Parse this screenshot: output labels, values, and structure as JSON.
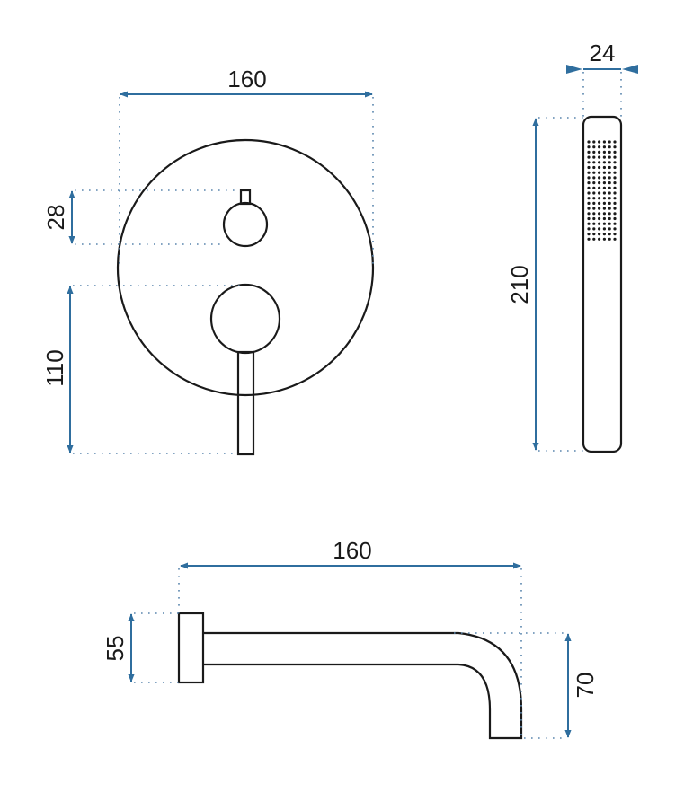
{
  "colors": {
    "outline": "#1a1a1a",
    "dimension": "#2f6e9e"
  },
  "dimensions": {
    "mixer_width": "160",
    "small_knob_height": "28",
    "lever_height": "110",
    "handshower_width": "24",
    "handshower_length": "210",
    "spout_length": "160",
    "spout_flange_height": "55",
    "spout_drop": "70"
  }
}
